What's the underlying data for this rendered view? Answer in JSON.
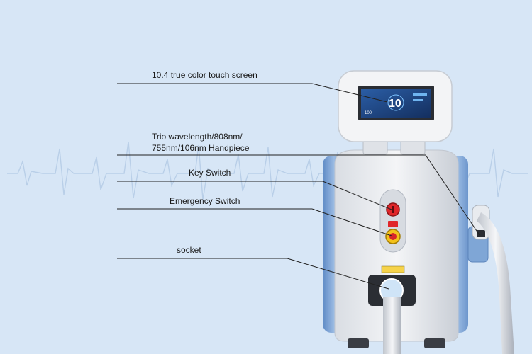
{
  "callouts": {
    "touch_screen": "10.4 true color touch screen",
    "handpiece_line1": "Trio wavelength/808nm/",
    "handpiece_line2": "755nm/106nm Handpiece",
    "key_switch": "Key Switch",
    "emergency_switch": "Emergency Switch",
    "socket": "socket"
  },
  "screen": {
    "big_number": "10",
    "small_number": "100"
  },
  "colors": {
    "background": "#d7e6f6",
    "side_panel": "#7fa6d6",
    "body": "#eef0f3",
    "key_switch": "#e0262a",
    "emergency_switch": "#f3c21a",
    "screen": "#1c3f78"
  }
}
